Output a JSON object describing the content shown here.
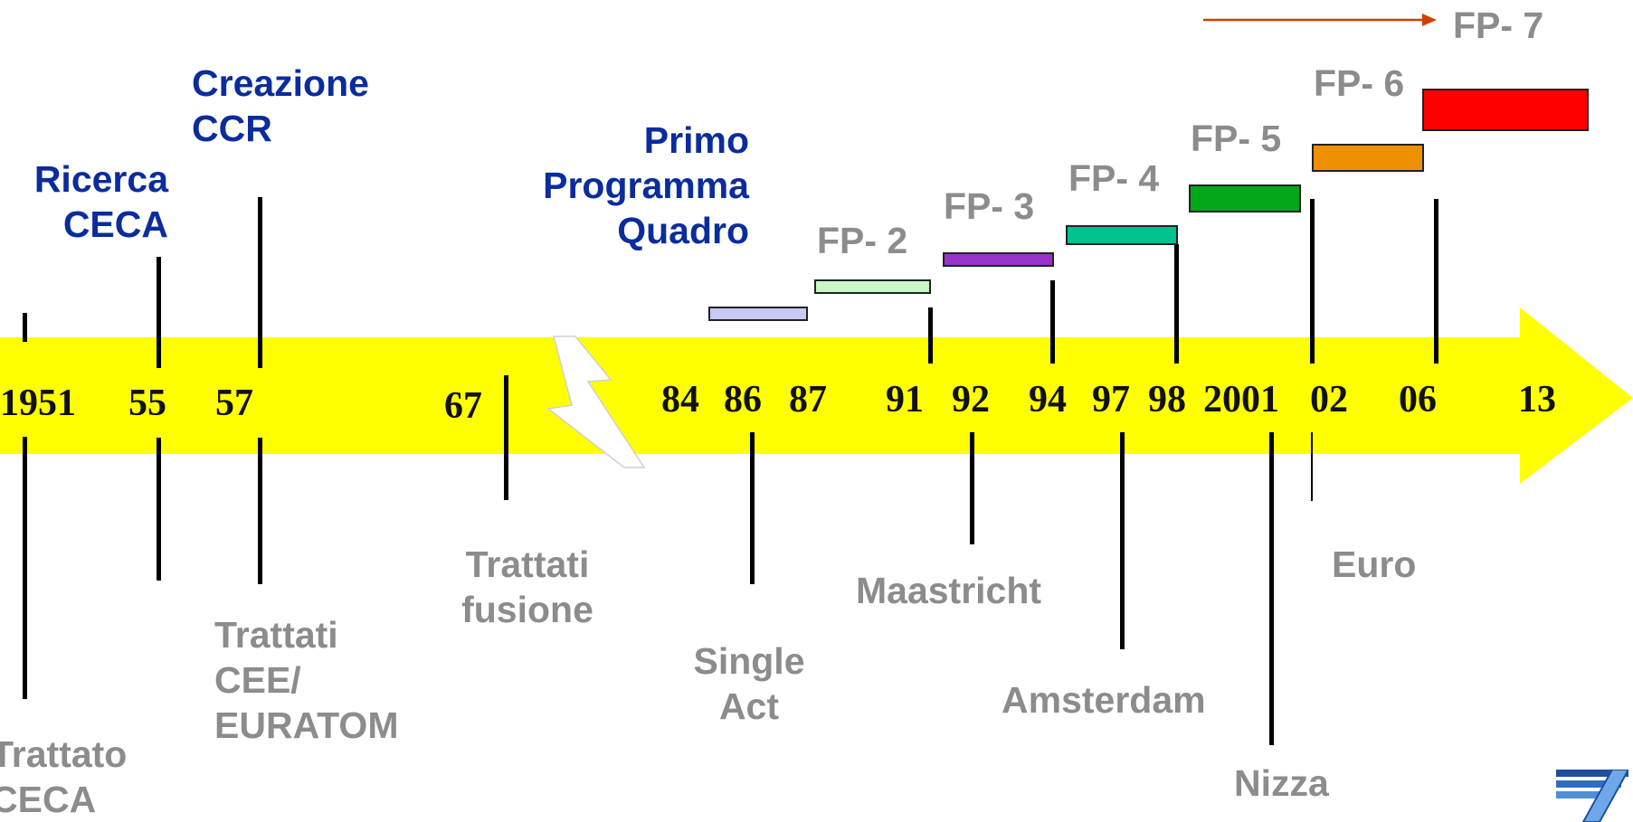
{
  "years": {
    "y1951": "1951",
    "y55": "55",
    "y57": "57",
    "y67": "67",
    "y84": "84",
    "y86": "86",
    "y87": "87",
    "y91": "91",
    "y92": "92",
    "y94": "94",
    "y97": "97",
    "y98": "98",
    "y2001": "2001",
    "y02": "02",
    "y06": "06",
    "y13": "13"
  },
  "top_labels": {
    "ricerca_line1": "Ricerca",
    "ricerca_line2": "CECA",
    "creazione_line1": "Creazione",
    "creazione_line2": "CCR",
    "primo_line1": "Primo",
    "primo_line2": "Programma",
    "primo_line3": "Quadro"
  },
  "framework_programmes": {
    "fp2": "FP- 2",
    "fp3": "FP- 3",
    "fp4": "FP- 4",
    "fp5": "FP- 5",
    "fp6": "FP- 6",
    "fp7": "FP- 7"
  },
  "events": {
    "trattato_line1": "Trattato",
    "trattato_line2": "CECA",
    "trattati_cee_line1": "Trattati",
    "trattati_cee_line2": "CEE/",
    "trattati_cee_line3": "EURATOM",
    "fusione_line1": "Trattati",
    "fusione_line2": "fusione",
    "single_line1": "Single",
    "single_line2": "Act",
    "maastricht": "Maastricht",
    "amsterdam": "Amsterdam",
    "nizza": "Nizza",
    "euro": "Euro"
  },
  "colors": {
    "arrow": "#ffff00",
    "blue_text": "#0b2c9c",
    "grey_text": "#8c8c8c",
    "fp1_bar": "#c7c9f5",
    "fp2_bar": "#c8f7c8",
    "fp3_bar": "#9933cc",
    "fp4_bar": "#00c28f",
    "fp5_bar": "#00a81a",
    "fp6_bar": "#ee9000",
    "fp7_bar": "#ff0000",
    "fp7_arrow": "#d04000"
  }
}
